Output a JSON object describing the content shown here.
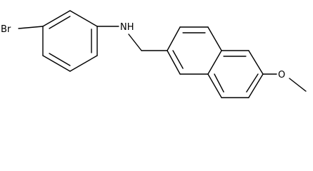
{
  "molecule": {
    "atom_labels": {
      "bromine": "Br",
      "amine": "NH",
      "methoxy_oxygen": "O"
    }
  },
  "colors": {
    "bond": "#000000",
    "label": "#000000",
    "background": "#ffffff"
  }
}
